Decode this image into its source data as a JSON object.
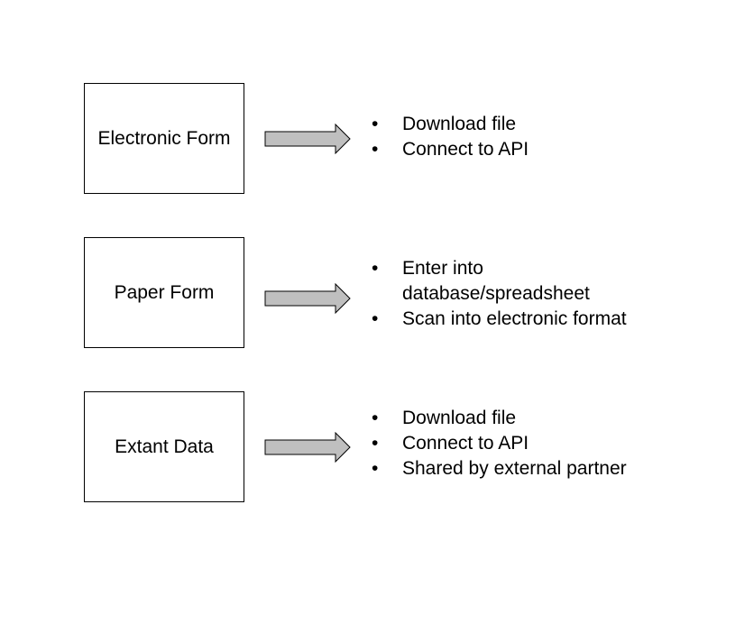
{
  "rows": [
    {
      "box_label": "Electronic Form",
      "bullets": [
        "Download file",
        "Connect to API"
      ]
    },
    {
      "box_label": "Paper Form",
      "bullets": [
        "Enter into database/spreadsheet",
        "Scan into electronic format"
      ]
    },
    {
      "box_label": "Extant Data",
      "bullets": [
        "Download file",
        "Connect to API",
        "Shared by external partner"
      ]
    }
  ],
  "colors": {
    "arrow_fill": "#bfbfbf",
    "stroke": "#000000"
  }
}
